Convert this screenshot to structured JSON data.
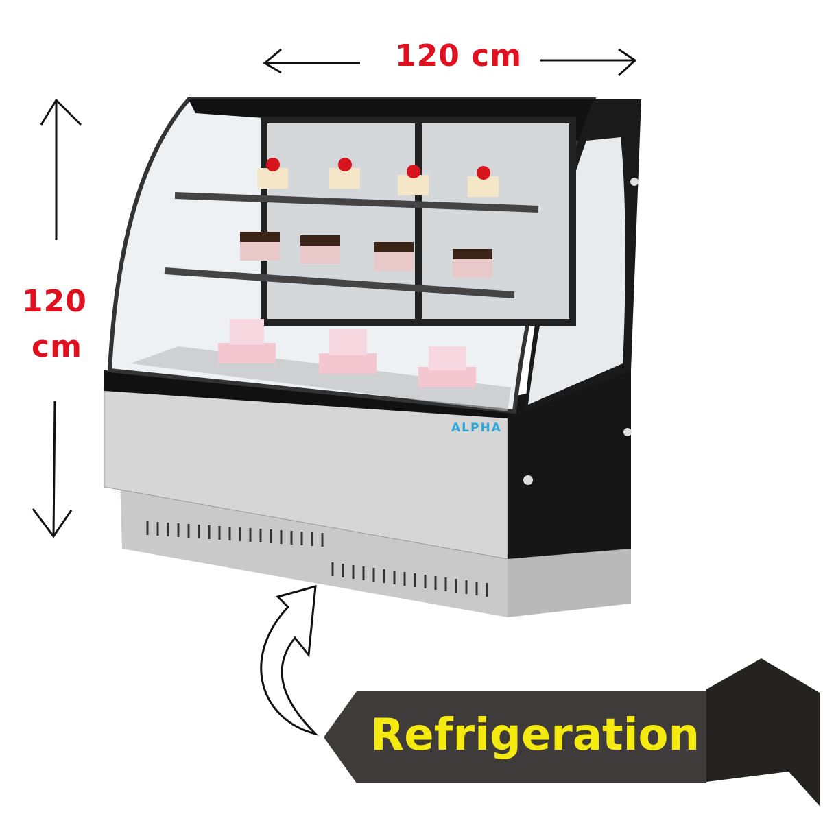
{
  "dimensions": {
    "width_label": "120 cm",
    "height_value": "120",
    "height_unit": "cm"
  },
  "product": {
    "brand_logo": "ALPHA"
  },
  "banner": {
    "label": "Refrigeration"
  },
  "colors": {
    "dimension_text": "#e0101e",
    "banner_text": "#f5ea10",
    "banner_bg": "#3f3b3a",
    "logo": "#2aa7d8"
  }
}
